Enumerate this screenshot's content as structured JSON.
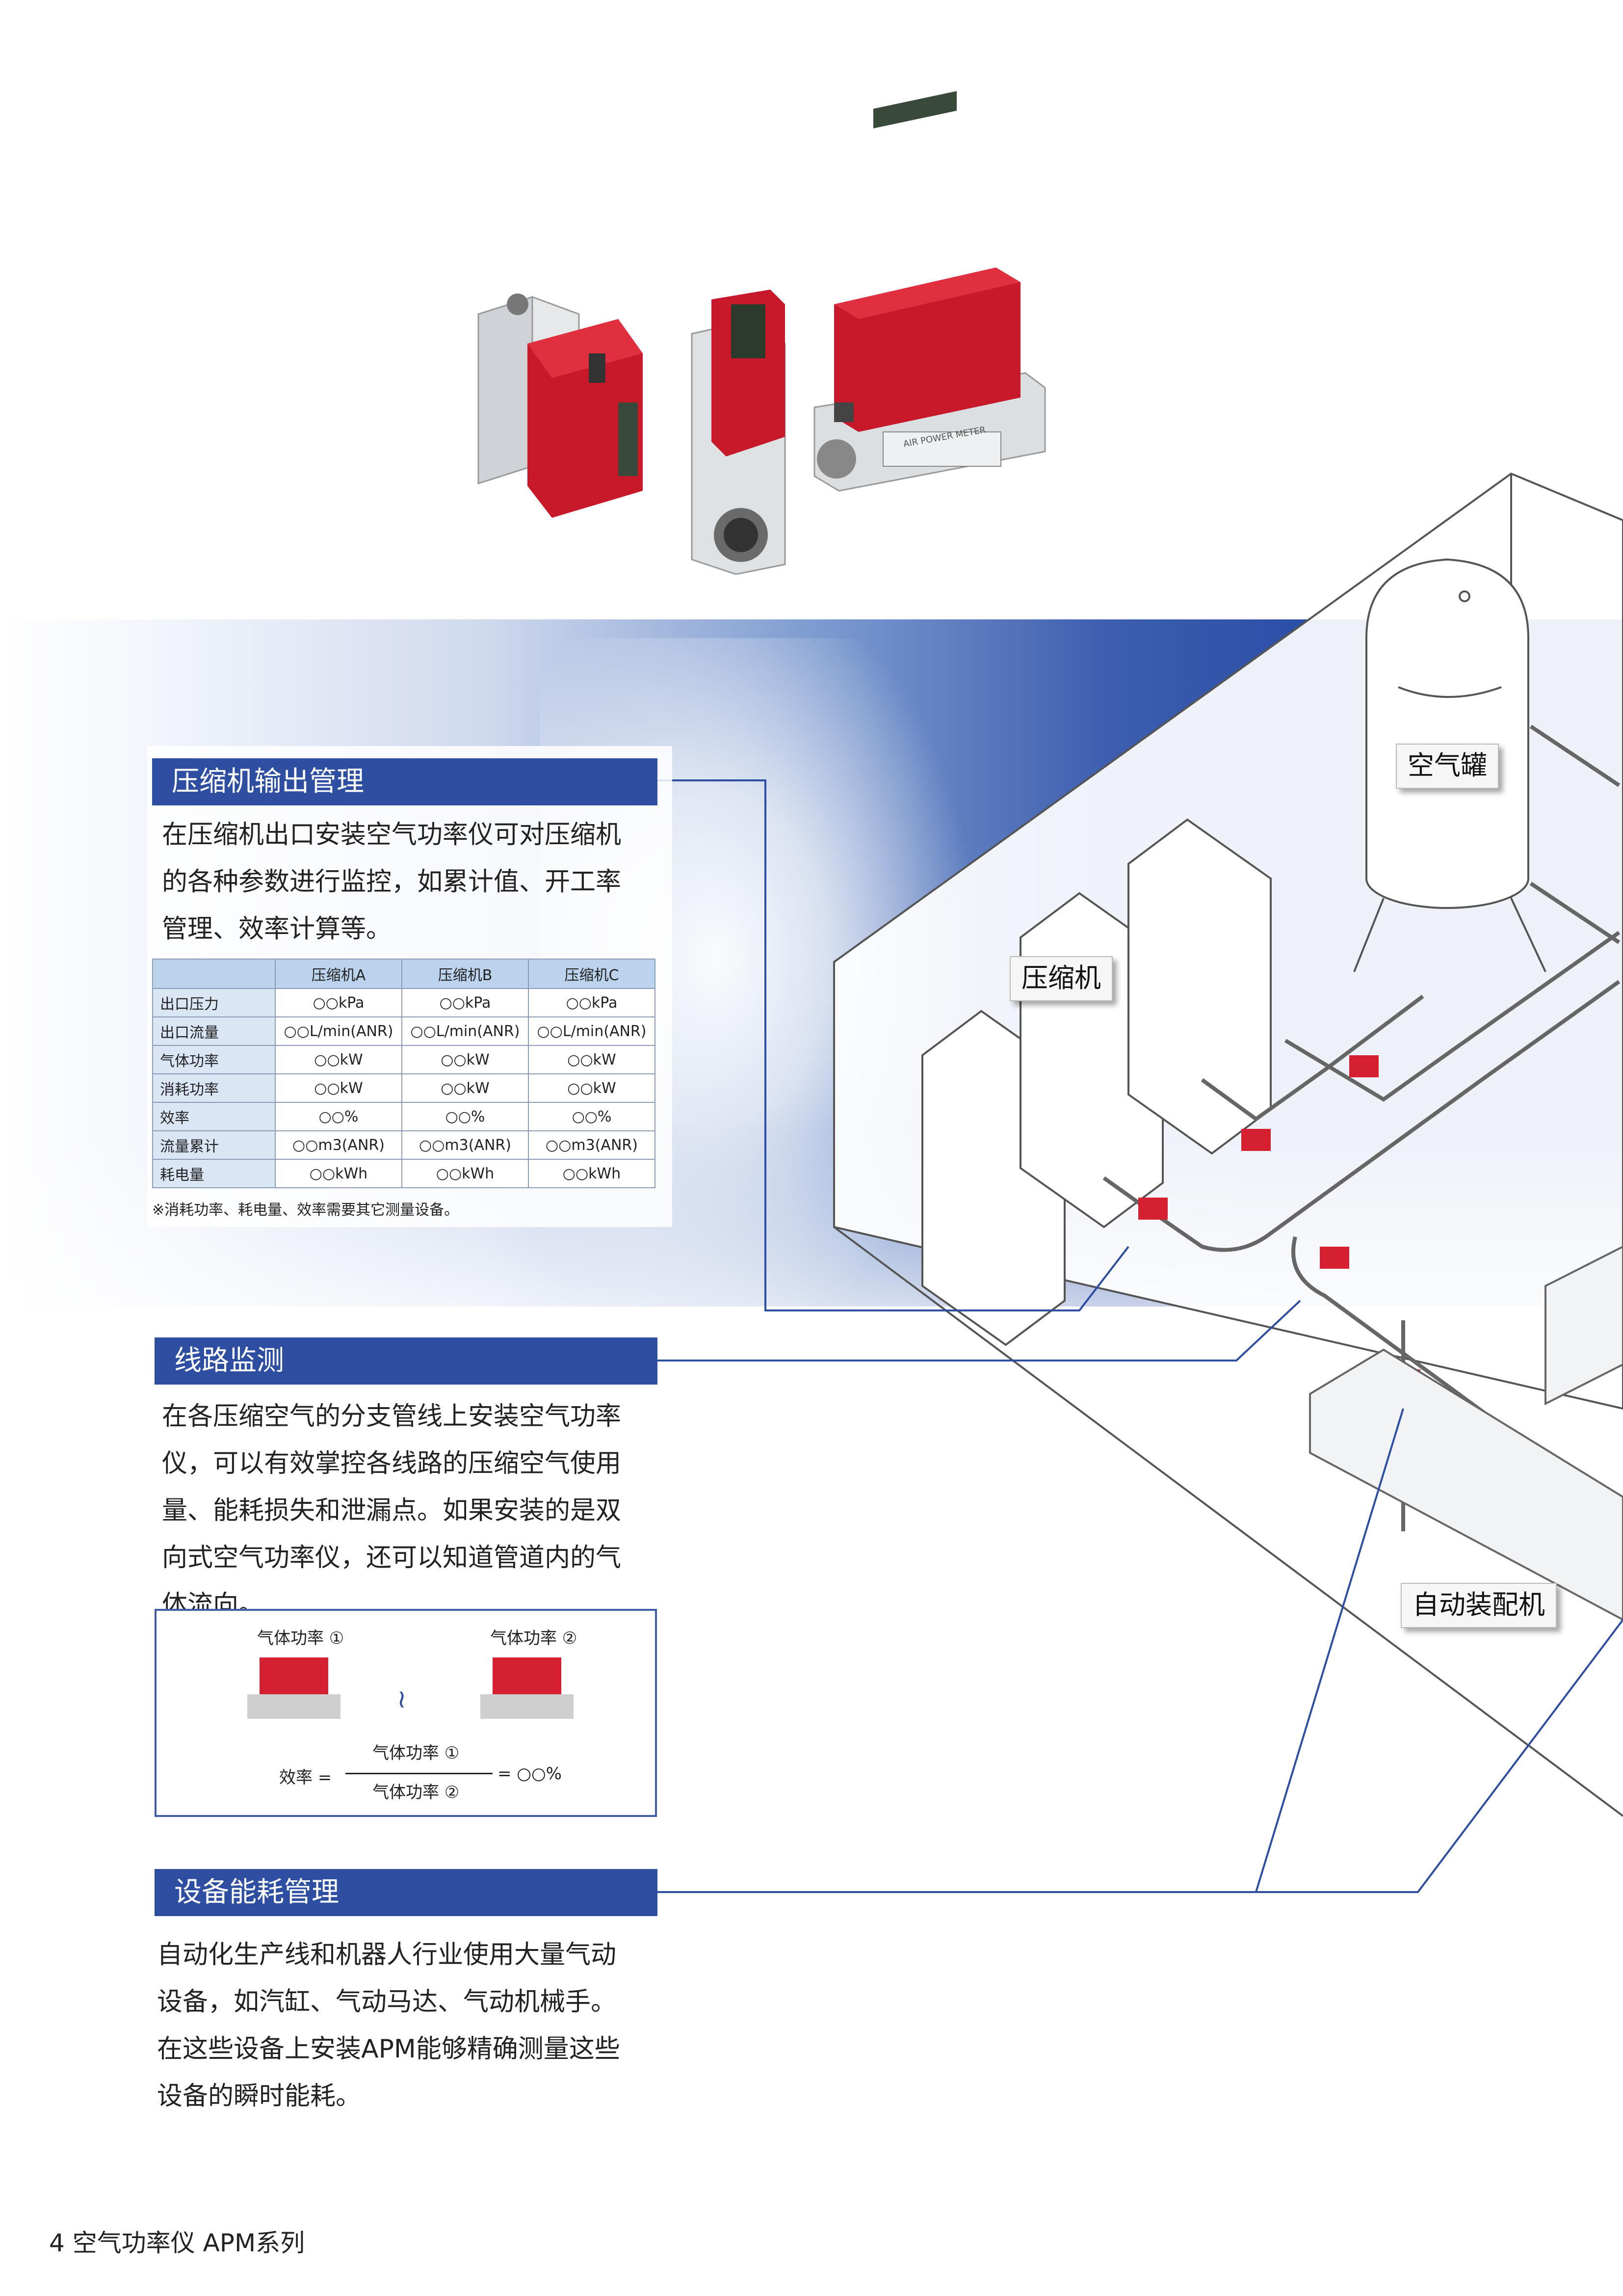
{
  "sections": {
    "compressor": {
      "title": "压缩机输出管理",
      "body_lines": [
        "在压缩机出口安装空气功率仪可对压缩机",
        "的各种参数进行监控，如累计值、开工率",
        "管理、效率计算等。"
      ]
    },
    "line": {
      "title": "线路监测",
      "body_lines": [
        "在各压缩空气的分支管线上安装空气功率",
        "仪，可以有效掌控各线路的压缩空气使用",
        "量、能耗损失和泄漏点。如果安装的是双",
        "向式空气功率仪，还可以知道管道内的气",
        "体流向。"
      ]
    },
    "equipment": {
      "title": "设备能耗管理",
      "body_lines": [
        "自动化生产线和机器人行业使用大量气动",
        "设备，如汽缸、气动马达、气动机械手。",
        "在这些设备上安装APM能够精确测量这些",
        "设备的瞬时能耗。"
      ]
    }
  },
  "table": {
    "headers": [
      "",
      "压缩机A",
      "压缩机B",
      "压缩机C"
    ],
    "rows": [
      [
        "出口压力",
        "○○kPa",
        "○○kPa",
        "○○kPa"
      ],
      [
        "出口流量",
        "○○L/min(ANR)",
        "○○L/min(ANR)",
        "○○L/min(ANR)"
      ],
      [
        "气体功率",
        "○○kW",
        "○○kW",
        "○○kW"
      ],
      [
        "消耗功率",
        "○○kW",
        "○○kW",
        "○○kW"
      ],
      [
        "效率",
        "○○%",
        "○○%",
        "○○%"
      ],
      [
        "流量累计",
        "○○m3(ANR)",
        "○○m3(ANR)",
        "○○m3(ANR)"
      ],
      [
        "耗电量",
        "○○kWh",
        "○○kWh",
        "○○kWh"
      ]
    ],
    "note": "※消耗功率、耗电量、效率需要其它测量设备。"
  },
  "formula": {
    "meter1": "气体功率 ①",
    "meter2": "气体功率 ②",
    "efficiency_label": "效率 =",
    "numerator": "气体功率 ①",
    "denominator": "气体功率 ②",
    "result": "= ○○%"
  },
  "callouts": {
    "air_tank": "空气罐",
    "compressor": "压缩机",
    "assembly": "自动装配机"
  },
  "device_label": "AIR POWER METER",
  "footer": "4  空气功率仪 APM系列",
  "colors": {
    "accent_blue": "#2d4ea1",
    "meter_red": "#d42030",
    "table_header": "#bcd3ee"
  }
}
